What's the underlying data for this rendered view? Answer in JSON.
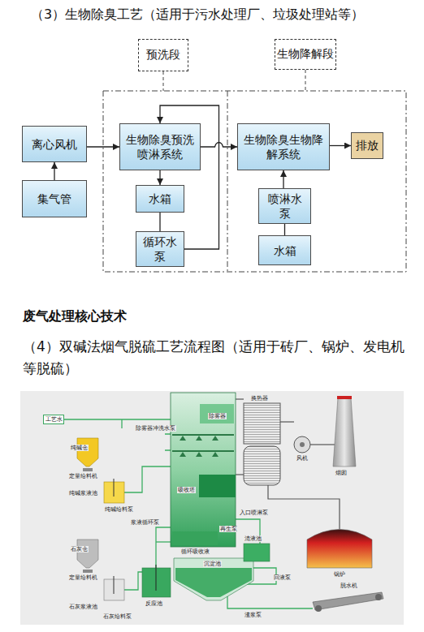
{
  "diagram": {
    "title": "（3）生物除臭工艺（适用于污水处理厂、垃圾处理站等）",
    "nodes": [
      {
        "text": [
          "预洗段"
        ]
      },
      {
        "text": [
          "生物降解段"
        ]
      },
      {
        "text": [
          "离心风机"
        ]
      },
      {
        "text": [
          "集气管"
        ]
      },
      {
        "text": [
          "生物除臭预洗喷淋系统"
        ]
      },
      {
        "text": [
          "水箱"
        ]
      },
      {
        "text": [
          "循环水泵"
        ]
      },
      {
        "text": [
          "生物除臭生物降解系统"
        ]
      },
      {
        "text": [
          "排放"
        ]
      },
      {
        "text": [
          "喷淋水泵"
        ]
      },
      {
        "text": [
          "水箱"
        ]
      },
      {
        "text": [
          "工艺水"
        ]
      }
    ],
    "edges": [
      {
        "from": 3,
        "to": 2,
        "arrow": "to"
      },
      {
        "from": 2,
        "to": 4,
        "arrow": "to"
      },
      {
        "from": 4,
        "to": 5,
        "arrow": "to"
      },
      {
        "from": 5,
        "to": 6,
        "arrow": "none"
      },
      {
        "from": 6,
        "to": 4,
        "arrow": "to"
      },
      {
        "from": 4,
        "to": 7,
        "arrow": "to"
      },
      {
        "from": 7,
        "to": 8,
        "arrow": "to"
      },
      {
        "from": 9,
        "to": 7,
        "arrow": "to"
      },
      {
        "from": 10,
        "to": 9,
        "arrow": "none"
      }
    ],
    "labels": [
      "废气处理核心技术",
      "（4）双碱法烟气脱硫工艺流程图（适用于砖厂、锅炉、发电机等脱硫）",
      "除雾器冲洗水泵",
      "除雾器",
      "换热器",
      "纯碱仓",
      "定量给料机",
      "纯碱浆液池",
      "纯碱给料泵",
      "风机",
      "烟囱",
      "吸收塔",
      "浆液循环泵",
      "入口喷淋泵",
      "循环吸收液",
      "再生泵",
      "石灰仓",
      "定量给料机",
      "石灰浆液池",
      "反应池",
      "石灰给料泵",
      "沉淀池",
      "清液池",
      "回液泵",
      "渣浆泵",
      "脱水机",
      "锅炉"
    ]
  }
}
